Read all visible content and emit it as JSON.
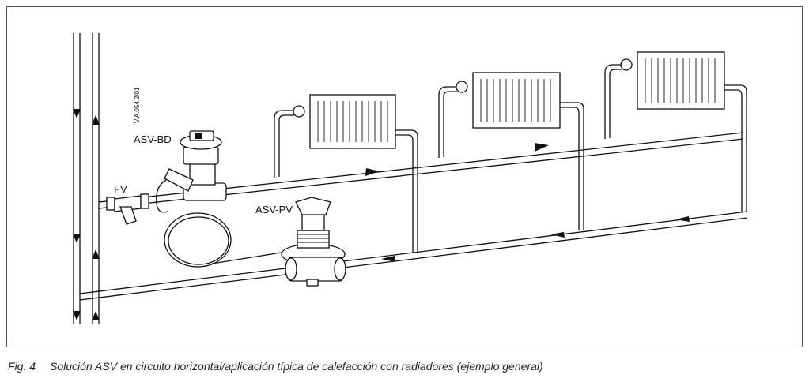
{
  "figure": {
    "code": "V.A.054.2/01",
    "labels": {
      "asv_bd": "ASV-BD",
      "fv": "FV",
      "asv_pv": "ASV-PV"
    },
    "caption": {
      "number": "Fig. 4",
      "text": "Solución ASV en circuito horizontal/aplicación típica de calefacción con radiadores (ejemplo general)"
    }
  }
}
